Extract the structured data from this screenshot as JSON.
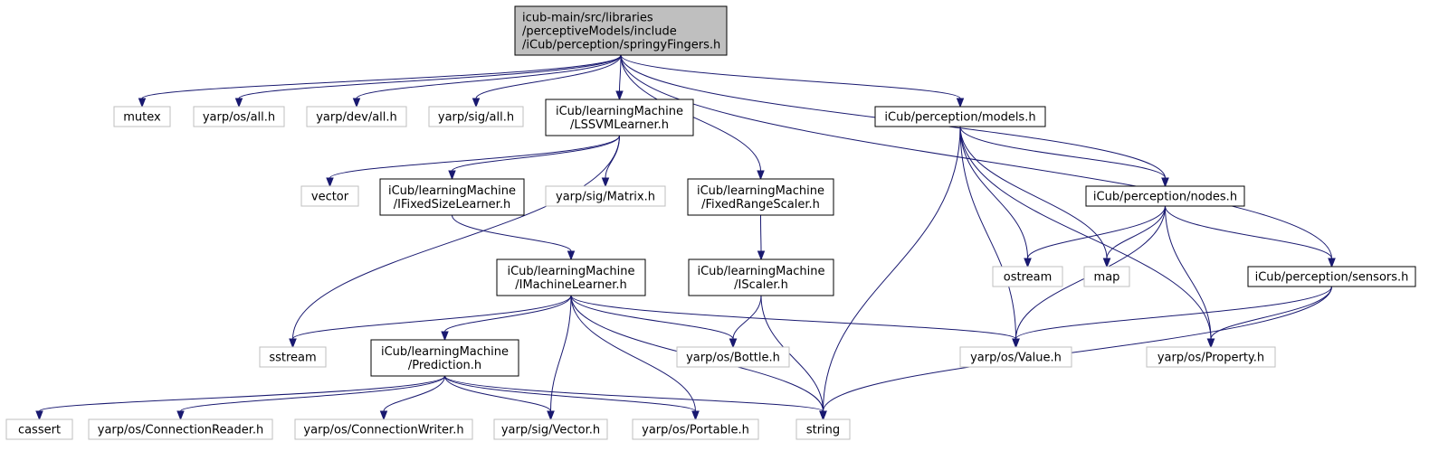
{
  "nodes": [
    {
      "id": "root",
      "kind": "root",
      "lines": [
        "icub-main/src/libraries",
        "/perceptiveModels/include",
        "/iCub/perception/springyFingers.h"
      ]
    },
    {
      "id": "mutex",
      "kind": "system",
      "lines": [
        "mutex"
      ]
    },
    {
      "id": "yarp_os_all",
      "kind": "system",
      "lines": [
        "yarp/os/all.h"
      ]
    },
    {
      "id": "yarp_dev_all",
      "kind": "system",
      "lines": [
        "yarp/dev/all.h"
      ]
    },
    {
      "id": "yarp_sig_all",
      "kind": "system",
      "lines": [
        "yarp/sig/all.h"
      ]
    },
    {
      "id": "lssvm",
      "kind": "local",
      "lines": [
        "iCub/learningMachine",
        "/LSSVMLearner.h"
      ]
    },
    {
      "id": "models",
      "kind": "local",
      "lines": [
        "iCub/perception/models.h"
      ]
    },
    {
      "id": "vector",
      "kind": "system",
      "lines": [
        "vector"
      ]
    },
    {
      "id": "ifixed",
      "kind": "local",
      "lines": [
        "iCub/learningMachine",
        "/IFixedSizeLearner.h"
      ]
    },
    {
      "id": "matrix",
      "kind": "system",
      "lines": [
        "yarp/sig/Matrix.h"
      ]
    },
    {
      "id": "fixedrange",
      "kind": "local",
      "lines": [
        "iCub/learningMachine",
        "/FixedRangeScaler.h"
      ]
    },
    {
      "id": "nodes",
      "kind": "local",
      "lines": [
        "iCub/perception/nodes.h"
      ]
    },
    {
      "id": "imachine",
      "kind": "local",
      "lines": [
        "iCub/learningMachine",
        "/IMachineLearner.h"
      ]
    },
    {
      "id": "iscaler",
      "kind": "local",
      "lines": [
        "iCub/learningMachine",
        "/IScaler.h"
      ]
    },
    {
      "id": "ostream",
      "kind": "system",
      "lines": [
        "ostream"
      ]
    },
    {
      "id": "map",
      "kind": "system",
      "lines": [
        "map"
      ]
    },
    {
      "id": "sensors",
      "kind": "local",
      "lines": [
        "iCub/perception/sensors.h"
      ]
    },
    {
      "id": "sstream",
      "kind": "system",
      "lines": [
        "sstream"
      ]
    },
    {
      "id": "prediction",
      "kind": "local",
      "lines": [
        "iCub/learningMachine",
        "/Prediction.h"
      ]
    },
    {
      "id": "bottle",
      "kind": "system",
      "lines": [
        "yarp/os/Bottle.h"
      ]
    },
    {
      "id": "value",
      "kind": "system",
      "lines": [
        "yarp/os/Value.h"
      ]
    },
    {
      "id": "property",
      "kind": "system",
      "lines": [
        "yarp/os/Property.h"
      ]
    },
    {
      "id": "cassert",
      "kind": "system",
      "lines": [
        "cassert"
      ]
    },
    {
      "id": "connreader",
      "kind": "system",
      "lines": [
        "yarp/os/ConnectionReader.h"
      ]
    },
    {
      "id": "connwriter",
      "kind": "system",
      "lines": [
        "yarp/os/ConnectionWriter.h"
      ]
    },
    {
      "id": "sigvector",
      "kind": "system",
      "lines": [
        "yarp/sig/Vector.h"
      ]
    },
    {
      "id": "portable",
      "kind": "system",
      "lines": [
        "yarp/os/Portable.h"
      ]
    },
    {
      "id": "string",
      "kind": "system",
      "lines": [
        "string"
      ]
    }
  ],
  "edges": [
    [
      "root",
      "mutex"
    ],
    [
      "root",
      "yarp_os_all"
    ],
    [
      "root",
      "yarp_dev_all"
    ],
    [
      "root",
      "yarp_sig_all"
    ],
    [
      "root",
      "lssvm"
    ],
    [
      "root",
      "fixedrange"
    ],
    [
      "root",
      "models"
    ],
    [
      "root",
      "nodes"
    ],
    [
      "root",
      "sensors"
    ],
    [
      "lssvm",
      "sstream"
    ],
    [
      "lssvm",
      "vector"
    ],
    [
      "lssvm",
      "ifixed"
    ],
    [
      "lssvm",
      "matrix"
    ],
    [
      "ifixed",
      "imachine"
    ],
    [
      "fixedrange",
      "iscaler"
    ],
    [
      "iscaler",
      "bottle"
    ],
    [
      "iscaler",
      "string"
    ],
    [
      "imachine",
      "sstream"
    ],
    [
      "imachine",
      "prediction"
    ],
    [
      "imachine",
      "sigvector"
    ],
    [
      "imachine",
      "portable"
    ],
    [
      "imachine",
      "string"
    ],
    [
      "imachine",
      "bottle"
    ],
    [
      "imachine",
      "value"
    ],
    [
      "prediction",
      "cassert"
    ],
    [
      "prediction",
      "connreader"
    ],
    [
      "prediction",
      "connwriter"
    ],
    [
      "prediction",
      "sigvector"
    ],
    [
      "prediction",
      "portable"
    ],
    [
      "prediction",
      "string"
    ],
    [
      "models",
      "nodes"
    ],
    [
      "models",
      "ostream"
    ],
    [
      "models",
      "map"
    ],
    [
      "models",
      "value"
    ],
    [
      "models",
      "property"
    ],
    [
      "models",
      "string"
    ],
    [
      "nodes",
      "ostream"
    ],
    [
      "nodes",
      "map"
    ],
    [
      "nodes",
      "value"
    ],
    [
      "nodes",
      "property"
    ],
    [
      "nodes",
      "sensors"
    ],
    [
      "sensors",
      "value"
    ],
    [
      "sensors",
      "property"
    ],
    [
      "sensors",
      "string"
    ]
  ],
  "colors": {
    "edge": "#191970",
    "local_border": "#000000",
    "system_border": "#bfbfbf",
    "root_fill": "#bfbfbf",
    "background": "#ffffff"
  }
}
